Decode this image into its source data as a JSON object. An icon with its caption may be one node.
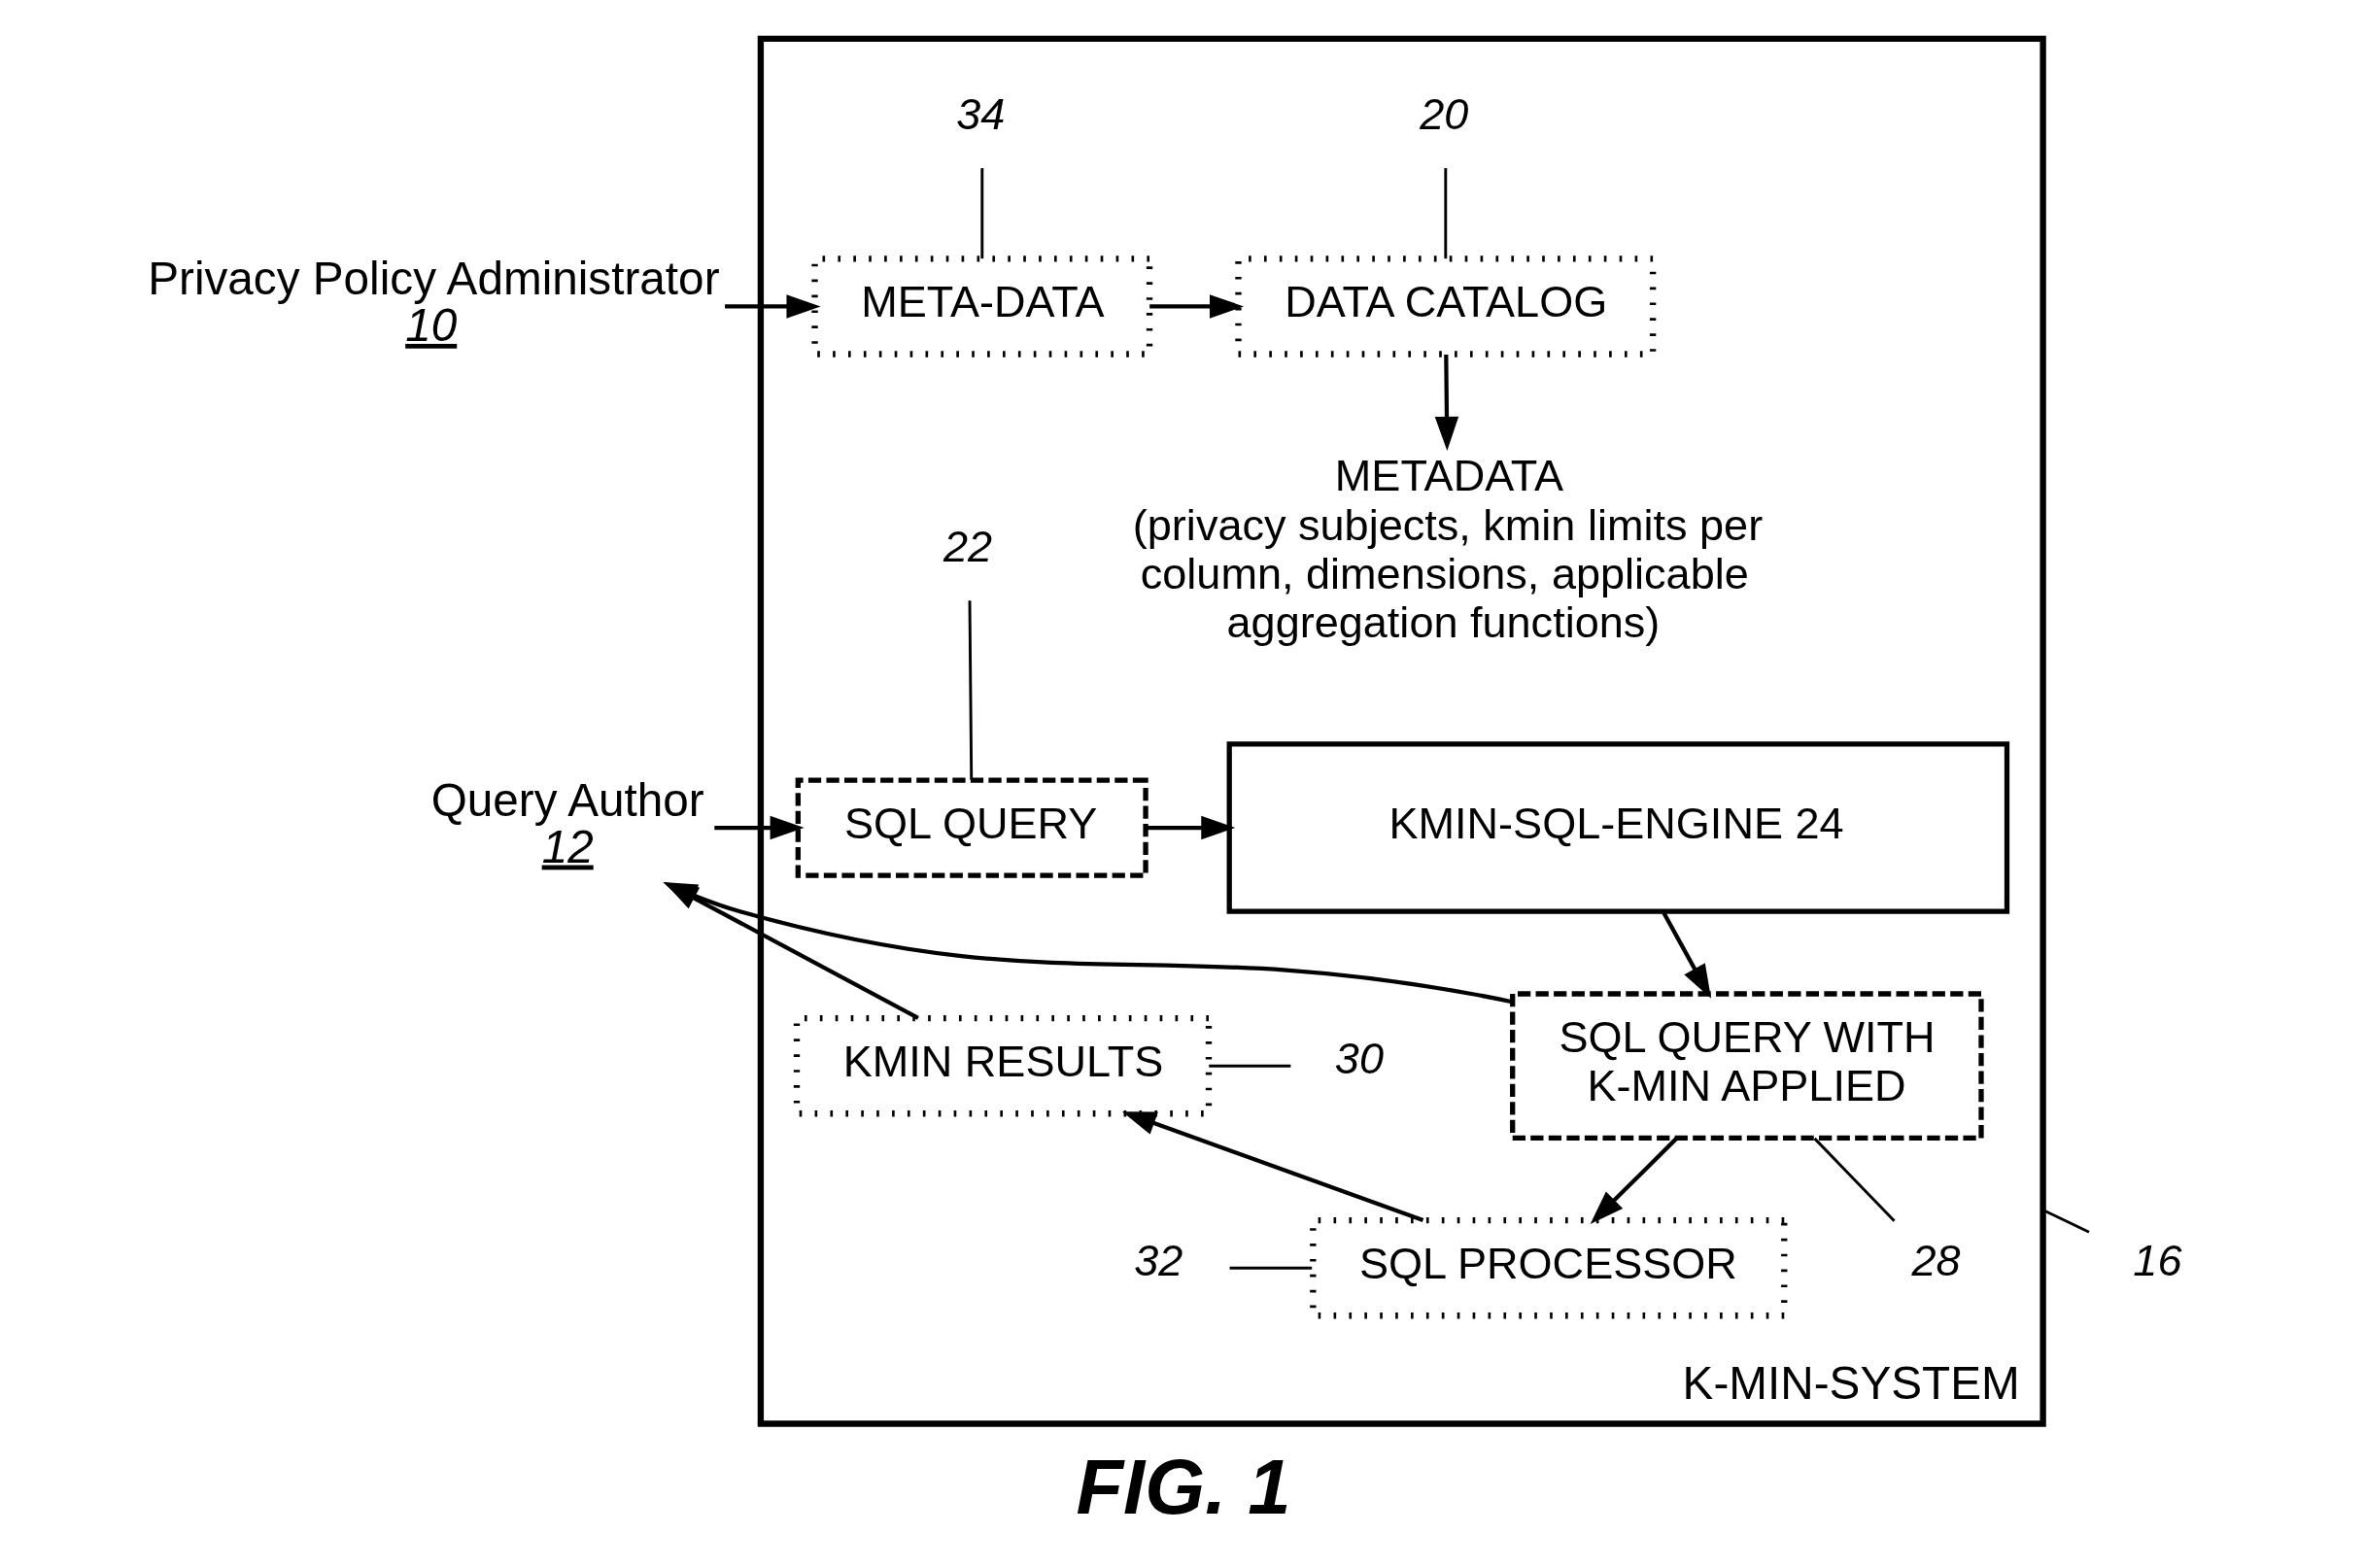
{
  "diagram": {
    "caption": "FIG. 1",
    "nodes": [
      {
        "text": [
          "Privacy Policy Administrator",
          "10"
        ]
      },
      {
        "text": [
          "K-MIN-SYSTEM"
        ]
      },
      {
        "text": [
          "META-DATA"
        ],
        "in": 1
      },
      {
        "text": [
          "DATA CATALOG"
        ],
        "in": 1
      },
      {
        "text": [
          "20"
        ],
        "in": 1
      },
      {
        "text": [
          "34"
        ],
        "in": 1
      },
      {
        "text": [
          "METADATA",
          "(privacy subjects, kmin limits per column, dimensions, applicable aggregation functions)"
        ],
        "in": 1
      },
      {
        "text": [
          "22"
        ],
        "in": 1
      },
      {
        "text": [
          "SQL QUERY"
        ],
        "in": 1
      },
      {
        "text": [
          "KMIN-SQL-ENGINE 24"
        ],
        "in": 1
      },
      {
        "text": [
          "Query Author",
          "12"
        ]
      },
      {
        "text": [
          "SQL QUERY WITH K-MIN APPLIED"
        ],
        "in": 1
      },
      {
        "text": [
          "28"
        ],
        "in": 1
      },
      {
        "text": [
          "30"
        ],
        "in": 1
      },
      {
        "text": [
          "KMIN RESULTS"
        ],
        "in": 1
      },
      {
        "text": [
          "SQL PROCESSOR"
        ],
        "in": 1
      },
      {
        "text": [
          "32"
        ],
        "in": 1
      },
      {
        "text": [
          "16"
        ]
      }
    ],
    "edges": [
      {
        "from": 0,
        "to": 2,
        "arrow": "to"
      },
      {
        "from": 2,
        "to": 3,
        "arrow": "to"
      },
      {
        "from": 3,
        "to": 6,
        "arrow": "to"
      },
      {
        "from": 5,
        "to": 2,
        "arrow": "none"
      },
      {
        "from": 4,
        "to": 3,
        "arrow": "none"
      },
      {
        "from": 10,
        "to": 8,
        "arrow": "to"
      },
      {
        "from": 8,
        "to": 9,
        "arrow": "to"
      },
      {
        "from": 7,
        "to": 8,
        "arrow": "none"
      },
      {
        "from": 9,
        "to": 11,
        "arrow": "to"
      },
      {
        "from": 11,
        "to": 10,
        "arrow": "to"
      },
      {
        "from": 12,
        "to": 11,
        "arrow": "none"
      },
      {
        "from": 11,
        "to": 15,
        "arrow": "to"
      },
      {
        "from": 16,
        "to": 15,
        "arrow": "none"
      },
      {
        "from": 15,
        "to": 14,
        "arrow": "to"
      },
      {
        "from": 13,
        "to": 14,
        "arrow": "none"
      },
      {
        "from": 14,
        "to": 10,
        "arrow": "to"
      },
      {
        "from": 17,
        "to": 1,
        "arrow": "none"
      }
    ]
  }
}
